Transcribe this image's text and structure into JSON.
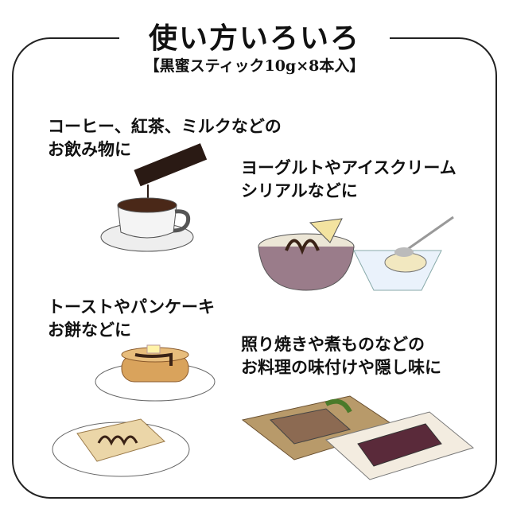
{
  "header": {
    "title": "使い方いろいろ",
    "subtitle": "【黒蜜スティック10g×8本入】"
  },
  "uses": [
    {
      "line1": "コーヒー、紅茶、ミルクなどの",
      "line2": "お飲み物に"
    },
    {
      "line1": "ヨーグルトやアイスクリーム",
      "line2": "シリアルなどに"
    },
    {
      "line1": "トーストやパンケーキ",
      "line2": "お餅などに"
    },
    {
      "line1": "照り焼きや煮ものなどの",
      "line2": "お料理の味付けや隠し味に"
    }
  ]
}
